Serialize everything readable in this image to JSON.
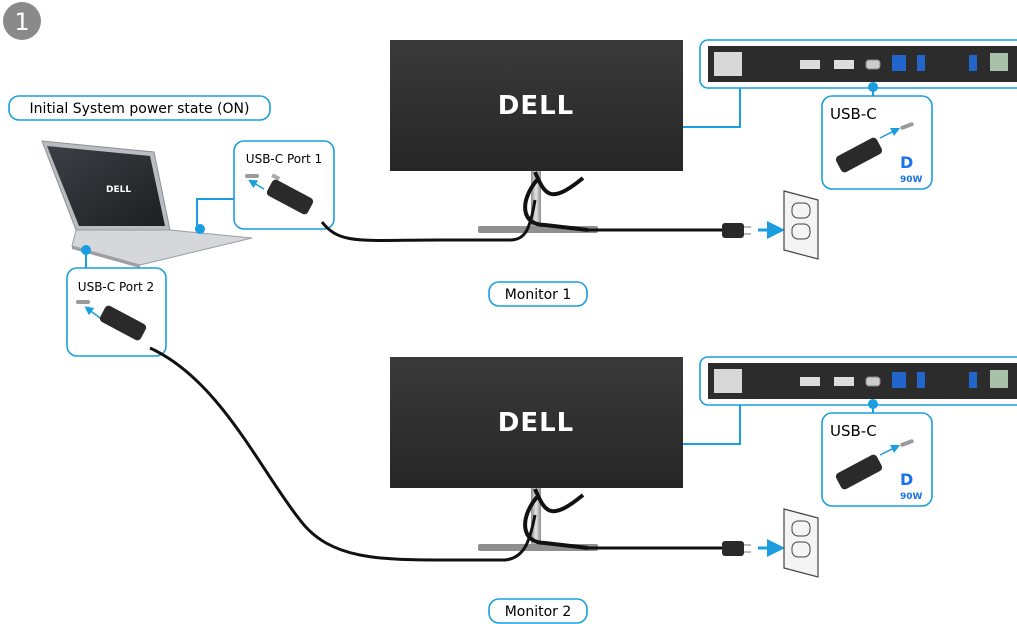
{
  "step_number": "1",
  "labels": {
    "power_state": "Initial System power state (ON)",
    "laptop_port1": "USB-C Port 1",
    "laptop_port2": "USB-C Port 2",
    "monitor1_port": "USB-C",
    "monitor2_port": "USB-C",
    "monitor1": "Monitor 1",
    "monitor2": "Monitor 2",
    "power_delivery_1": "90W",
    "power_delivery_2": "90W"
  },
  "logos": {
    "monitor1_brand": "DELL",
    "monitor2_brand": "DELL",
    "laptop_brand": "DELL"
  },
  "colors": {
    "callout_border": "#1a9ee0",
    "arrow": "#1a9ee0",
    "pd_logo": "#1a73e8",
    "monitor_body": "#2f2f2f",
    "step_circle": "#8a8a8a",
    "cable": "#111111"
  },
  "icons": [
    "usb-c-plug-icon",
    "power-plug-icon",
    "wall-outlet-icon",
    "power-delivery-icon",
    "arrow-right-icon"
  ]
}
